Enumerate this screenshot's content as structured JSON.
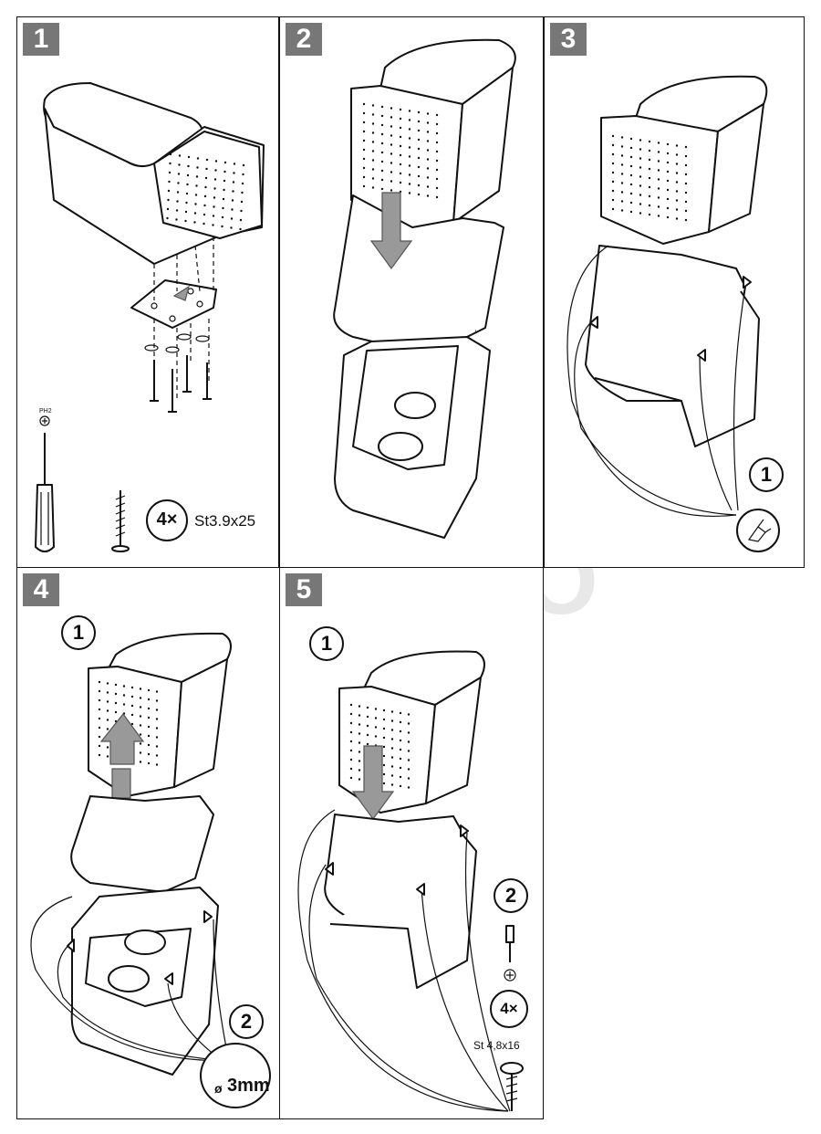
{
  "watermark": "AG AUTO",
  "steps": [
    {
      "badge": "1",
      "tool_label": "PH2",
      "screw_qty": "4×",
      "screw_spec": "St3.9x25"
    },
    {
      "badge": "2"
    },
    {
      "badge": "3",
      "substep": "1"
    },
    {
      "badge": "4",
      "substep_a": "1",
      "substep_b": "2",
      "drill_size": "3mm",
      "drill_symbol": "ø"
    },
    {
      "badge": "5",
      "substep_a": "1",
      "substep_b": "2",
      "screw_qty": "4×",
      "screw_spec": "St 4,8x16"
    }
  ],
  "colors": {
    "badge_bg": "#777777",
    "line": "#111111",
    "arrow_fill": "#999999",
    "watermark": "#e8e8e8"
  }
}
